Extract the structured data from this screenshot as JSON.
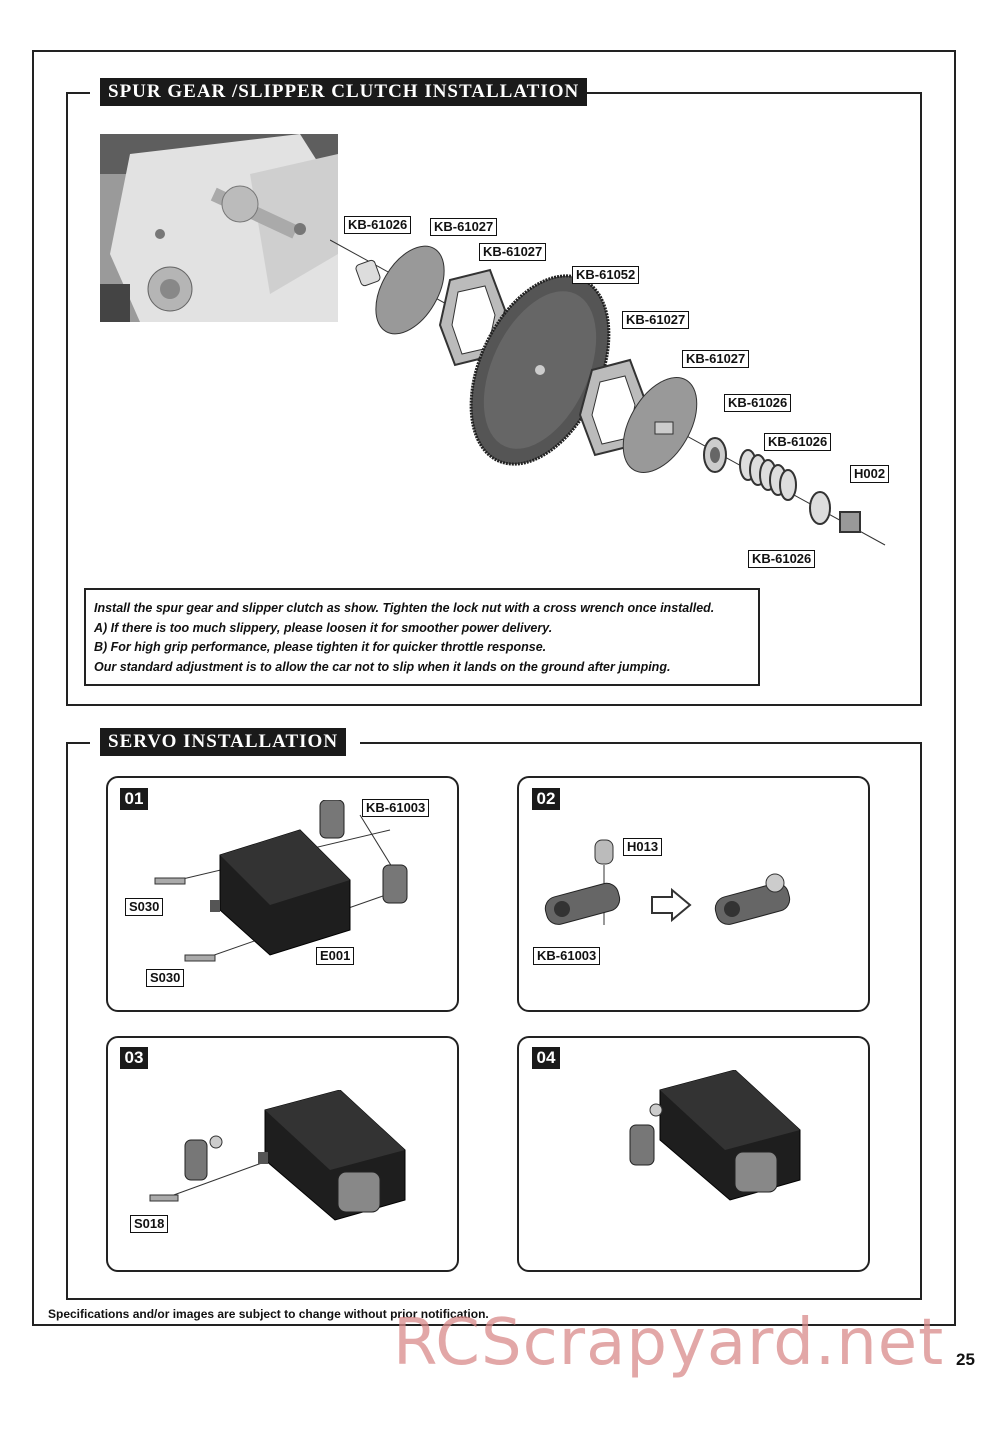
{
  "section1": {
    "title": "SPUR GEAR /SLIPPER CLUTCH INSTALLATION",
    "parts": [
      "KB-61026",
      "KB-61027",
      "KB-61027",
      "KB-61052",
      "KB-61027",
      "KB-61027",
      "KB-61026",
      "KB-61026",
      "H002",
      "KB-61026"
    ],
    "instructions": [
      "Install the spur gear and slipper clutch as show. Tighten the lock nut with a cross wrench once installed.",
      "A) If there is too much slippery, please loosen it for smoother power delivery.",
      "B) For high grip performance, please tighten it for quicker throttle response.",
      "Our standard adjustment is to allow the car not to slip when it lands on the ground after jumping."
    ]
  },
  "section2": {
    "title": "SERVO INSTALLATION",
    "steps": [
      {
        "num": "01",
        "labels": [
          "KB-61003",
          "S030",
          "S030",
          "E001"
        ]
      },
      {
        "num": "02",
        "labels": [
          "H013",
          "KB-61003"
        ]
      },
      {
        "num": "03",
        "labels": [
          "S018"
        ]
      },
      {
        "num": "04",
        "labels": []
      }
    ]
  },
  "footer": {
    "disclaimer": "Specifications and/or images are subject to change without prior notification.",
    "page_number": "25",
    "watermark": "RCScrapyard.net"
  }
}
